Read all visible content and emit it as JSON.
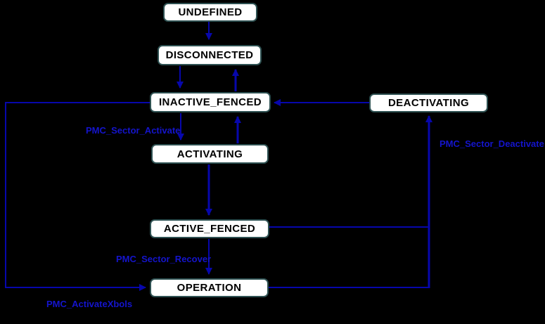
{
  "diagram": {
    "type": "state-machine",
    "background_color": "#000000"
  },
  "colors": {
    "edge_line": "#0707ac",
    "transition_label_text": "#1414cc",
    "state_fill": "#ffffff",
    "state_border": "#2e5152",
    "state_text": "#000000"
  },
  "states": [
    {
      "label": "UNDEFINED"
    },
    {
      "label": "DISCONNECTED"
    },
    {
      "label": "INACTIVE_FENCED"
    },
    {
      "label": "ACTIVATING"
    },
    {
      "label": "ACTIVE_FENCED"
    },
    {
      "label": "OPERATION"
    },
    {
      "label": "DEACTIVATING"
    }
  ],
  "edges": [
    {
      "from": "UNDEFINED",
      "to": "DISCONNECTED",
      "label": ""
    },
    {
      "from": "DISCONNECTED",
      "to": "INACTIVE_FENCED",
      "label": ""
    },
    {
      "from": "INACTIVE_FENCED",
      "to": "DISCONNECTED",
      "label": ""
    },
    {
      "from": "INACTIVE_FENCED",
      "to": "ACTIVATING",
      "label": "PMC_Sector_Activate"
    },
    {
      "from": "ACTIVATING",
      "to": "INACTIVE_FENCED",
      "label": ""
    },
    {
      "from": "ACTIVATING",
      "to": "ACTIVE_FENCED",
      "label": ""
    },
    {
      "from": "ACTIVE_FENCED",
      "to": "OPERATION",
      "label": "PMC_Sector_Recover"
    },
    {
      "from": "INACTIVE_FENCED",
      "to": "OPERATION",
      "label": "PMC_ActivateXbols"
    },
    {
      "from": "ACTIVE_FENCED",
      "to": "DEACTIVATING",
      "label": "PMC_Sector_Deactivate"
    },
    {
      "from": "OPERATION",
      "to": "DEACTIVATING",
      "label": "PMC_Sector_Deactivate"
    },
    {
      "from": "DEACTIVATING",
      "to": "INACTIVE_FENCED",
      "label": ""
    }
  ]
}
